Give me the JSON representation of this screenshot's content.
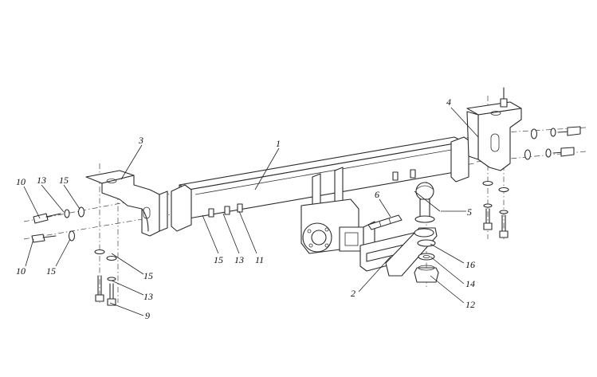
{
  "labels": [
    {
      "id": "1",
      "text": "1"
    },
    {
      "id": "2",
      "text": "2"
    },
    {
      "id": "3",
      "text": "3"
    },
    {
      "id": "4",
      "text": "4"
    },
    {
      "id": "5",
      "text": "5"
    },
    {
      "id": "6",
      "text": "6"
    },
    {
      "id": "9",
      "text": "9"
    },
    {
      "id": "10a",
      "text": "10"
    },
    {
      "id": "10b",
      "text": "10"
    },
    {
      "id": "11",
      "text": "11"
    },
    {
      "id": "12",
      "text": "12"
    },
    {
      "id": "13a",
      "text": "13"
    },
    {
      "id": "13b",
      "text": "13"
    },
    {
      "id": "13c",
      "text": "13"
    },
    {
      "id": "14",
      "text": "14"
    },
    {
      "id": "15a",
      "text": "15"
    },
    {
      "id": "15b",
      "text": "15"
    },
    {
      "id": "15c",
      "text": "15"
    },
    {
      "id": "15d",
      "text": "15"
    },
    {
      "id": "16",
      "text": "16"
    }
  ]
}
